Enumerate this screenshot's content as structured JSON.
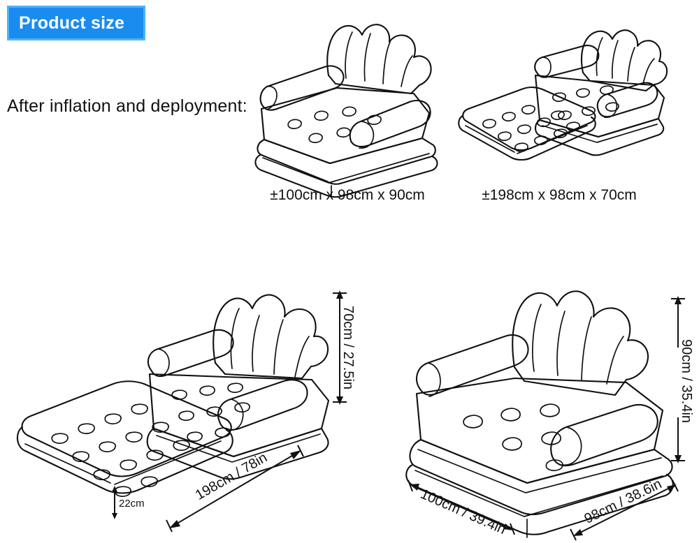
{
  "header": {
    "badge_label": "Product size",
    "badge_bg": "#1a8cf0",
    "badge_border": "#4fb3f9",
    "badge_text_color": "#ffffff"
  },
  "intro": {
    "text": "After inflation and deployment:"
  },
  "top_row": {
    "items": [
      {
        "name": "armchair-folded",
        "caption": "±100cm x 98cm x 90cm"
      },
      {
        "name": "sofa-bed-extended",
        "caption": "±198cm x 98cm x 70cm"
      }
    ]
  },
  "bottom_left": {
    "name": "sofa-bed-extended-dimensioned",
    "dimensions": {
      "height": "70cm / 27.5in",
      "length": "198cm / 78in",
      "thickness": "22cm"
    }
  },
  "bottom_right": {
    "name": "armchair-dimensioned",
    "dimensions": {
      "height": "90cm / 35.4in",
      "width": "100cm / 39.4in",
      "depth": "98cm / 38.6in"
    }
  },
  "style": {
    "background": "#ffffff",
    "line_color": "#111111"
  }
}
